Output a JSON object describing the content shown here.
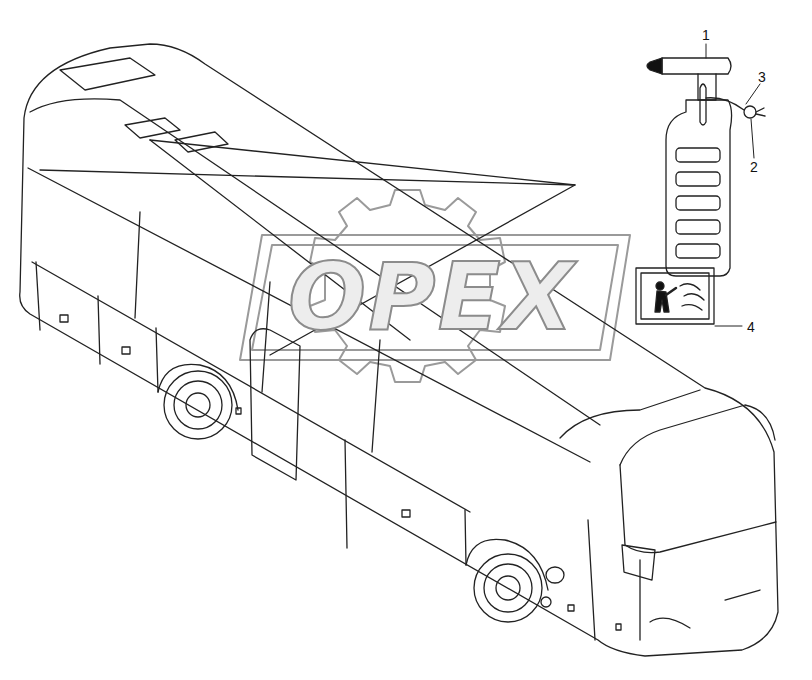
{
  "diagram": {
    "labels": [
      "1",
      "3",
      "2",
      "4",
      "OPEX"
    ]
  }
}
